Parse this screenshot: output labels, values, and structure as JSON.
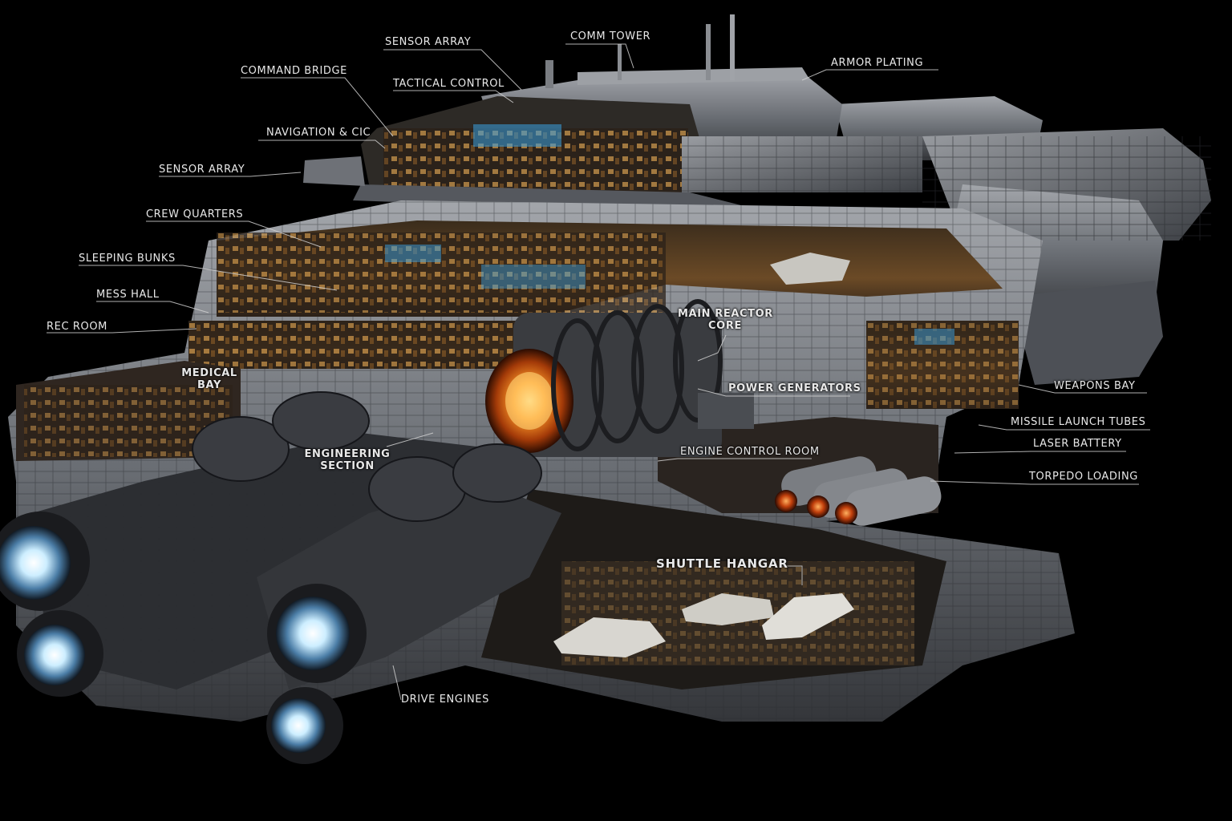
{
  "labels": {
    "sensor_array_top": "SENSOR ARRAY",
    "comm_tower": "COMM TOWER",
    "armor_plating": "ARMOR PLATING",
    "command_bridge": "COMMAND BRIDGE",
    "tactical_control": "TACTICAL CONTROL",
    "navigation_cic": "NAVIGATION & CIC",
    "sensor_array_side": "SENSOR ARRAY",
    "crew_quarters": "CREW QUARTERS",
    "sleeping_bunks": "SLEEPING BUNKS",
    "mess_hall": "MESS HALL",
    "rec_room": "REC ROOM",
    "medical_bay_1": "MEDICAL",
    "medical_bay_2": "BAY",
    "main_reactor_1": "MAIN REACTOR",
    "main_reactor_2": "CORE",
    "power_generators": "POWER GENERATORS",
    "weapons_bay": "WEAPONS BAY",
    "missile_launch_tubes": "MISSILE LAUNCH TUBES",
    "laser_battery": "LASER BATTERY",
    "engineering_section_1": "ENGINEERING",
    "engineering_section_2": "SECTION",
    "engine_control_room": "ENGINE CONTROL ROOM",
    "torpedo_loading": "TORPEDO LOADING",
    "shuttle_hangar": "SHUTTLE HANGAR",
    "drive_engines": "DRIVE ENGINES"
  },
  "colors": {
    "background": "#000000",
    "hull_light": "#8d9096",
    "hull_mid": "#5c6066",
    "hull_dark": "#2c2e32",
    "interior_warm": "#c98a3e",
    "reactor_glow": "#ff7a1a",
    "engine_glow": "#bfe6ff",
    "screen_blue": "#3aa0e0",
    "label_text": "#e8e8e8",
    "leader_line": "#d0d0d0"
  }
}
